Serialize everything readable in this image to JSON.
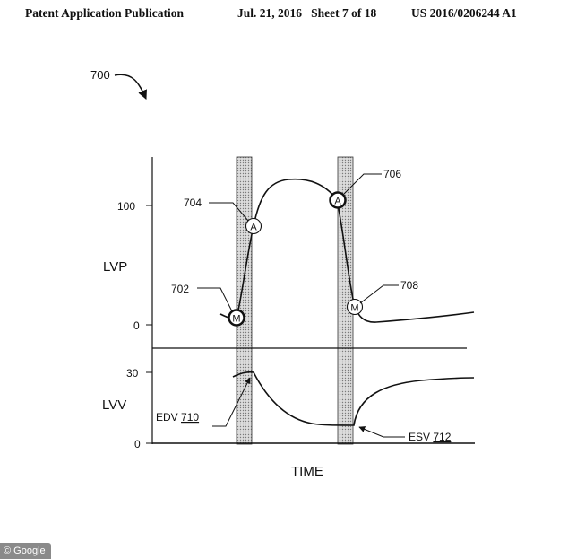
{
  "header": {
    "publication": "Patent Application Publication",
    "date_sheet": "Jul. 21, 2016   Sheet 7 of 18",
    "number": "US 2016/0206244 A1"
  },
  "figure": {
    "ref": "700",
    "lvp": {
      "label": "LVP",
      "ticks": [
        "100",
        "0"
      ]
    },
    "lvv": {
      "label": "LVV",
      "ticks": [
        "30",
        "0"
      ]
    },
    "x_label": "TIME",
    "markers": {
      "mitral_close": "M",
      "aortic_open": "A",
      "aortic_close": "A",
      "mitral_open": "M"
    },
    "refs": {
      "r702": "702",
      "r704": "704",
      "r706": "706",
      "r708": "708",
      "edv_text": "EDV",
      "edv_num": "710",
      "esv_text": "ESV",
      "esv_num": "712"
    }
  },
  "credit": "© Google"
}
